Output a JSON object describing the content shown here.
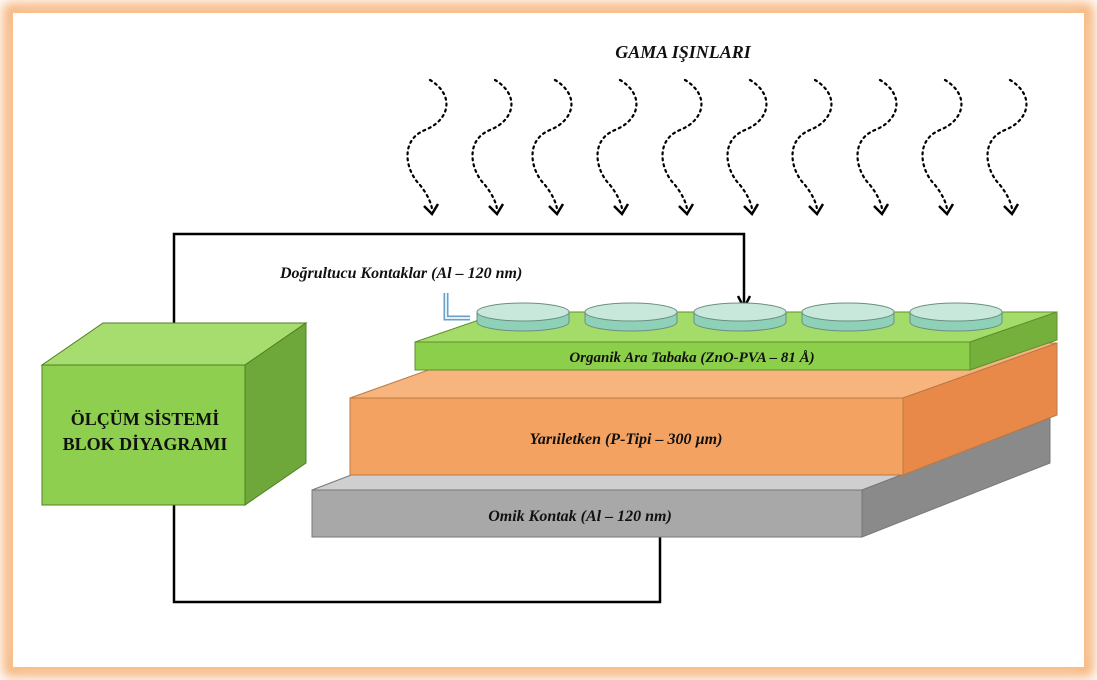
{
  "title": "GAMA IŞINLARI",
  "rectifier_contacts_label": "Doğrultucu Kontaklar (Al – 120 nm)",
  "measurement_box": {
    "line1": "ÖLÇÜM SİSTEMİ",
    "line2": "BLOK DİYAGRAMI"
  },
  "layers": {
    "organic": "Organik Ara Tabaka (ZnO-PVA – 81 Å)",
    "semiconductor": "Yarıiletken (P-Tipi – 300 µm)",
    "ohmic": "Omik Kontak (Al – 120 nm)"
  },
  "colors": {
    "frame_glow": "#f4a460",
    "green_layer": "#8ccf4a",
    "green_box": "#8fcf4f",
    "orange_layer": "#f4a261",
    "gray_layer": "#a8a8a8",
    "contact_disc": "#c8e8dc",
    "wire": "#000000"
  },
  "contact_count": 5,
  "gamma_ray_count": 10
}
